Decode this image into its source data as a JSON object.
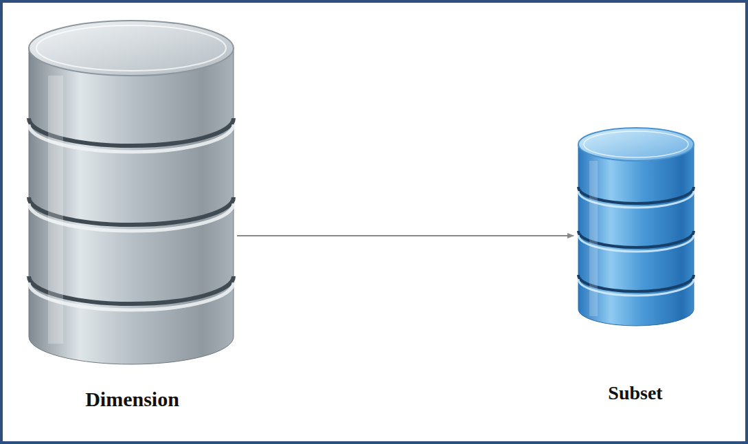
{
  "diagram": {
    "nodes": [
      {
        "text": [
          "Dimension"
        ]
      },
      {
        "text": [
          "Subset"
        ]
      }
    ],
    "edges": [
      {
        "from": 0,
        "to": 1,
        "arrow": "to"
      }
    ]
  }
}
